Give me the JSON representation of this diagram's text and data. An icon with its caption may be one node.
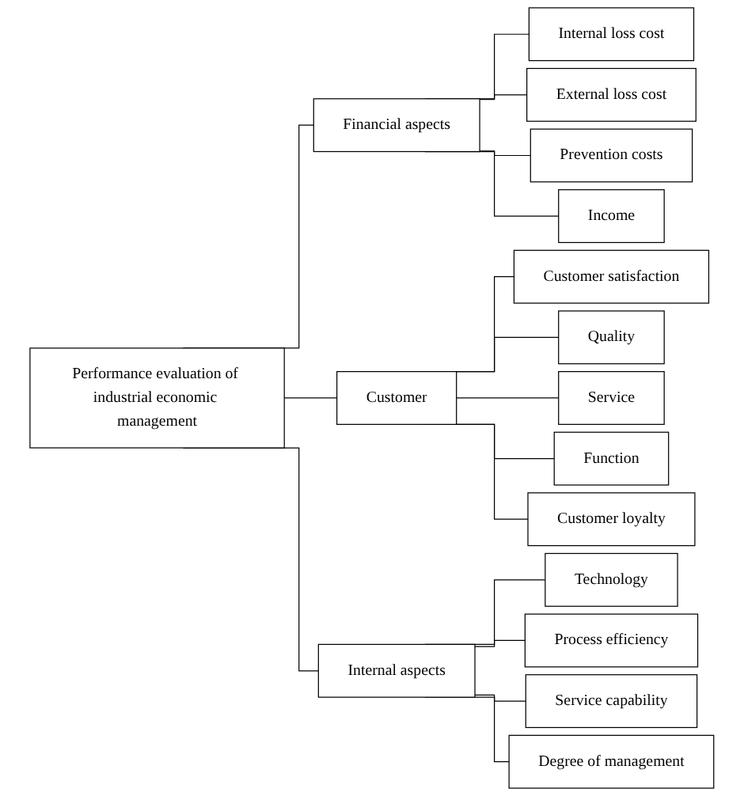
{
  "diagram": {
    "nodes": [
      {
        "text": [
          "Performance evaluation of industrial economic management"
        ]
      },
      {
        "text": [
          "Financial aspects"
        ]
      },
      {
        "text": [
          "Internal loss cost"
        ]
      },
      {
        "text": [
          "External loss cost"
        ]
      },
      {
        "text": [
          "Prevention costs"
        ]
      },
      {
        "text": [
          "Income"
        ]
      },
      {
        "text": [
          "Customer"
        ]
      },
      {
        "text": [
          "Customer satisfaction"
        ]
      },
      {
        "text": [
          "Quality"
        ]
      },
      {
        "text": [
          "Service"
        ]
      },
      {
        "text": [
          "Function"
        ]
      },
      {
        "text": [
          "Customer loyalty"
        ]
      },
      {
        "text": [
          "Internal aspects"
        ]
      },
      {
        "text": [
          "Technology"
        ]
      },
      {
        "text": [
          "Process efficiency"
        ]
      },
      {
        "text": [
          "Service capability"
        ]
      },
      {
        "text": [
          "Degree of management"
        ]
      }
    ],
    "edges": [
      {
        "from": 0,
        "to": 1,
        "arrow": "none"
      },
      {
        "from": 0,
        "to": 6,
        "arrow": "none"
      },
      {
        "from": 0,
        "to": 12,
        "arrow": "none"
      },
      {
        "from": 1,
        "to": 2,
        "arrow": "none"
      },
      {
        "from": 1,
        "to": 3,
        "arrow": "none"
      },
      {
        "from": 1,
        "to": 4,
        "arrow": "none"
      },
      {
        "from": 1,
        "to": 5,
        "arrow": "none"
      },
      {
        "from": 6,
        "to": 7,
        "arrow": "none"
      },
      {
        "from": 6,
        "to": 8,
        "arrow": "none"
      },
      {
        "from": 6,
        "to": 9,
        "arrow": "none"
      },
      {
        "from": 6,
        "to": 10,
        "arrow": "none"
      },
      {
        "from": 6,
        "to": 11,
        "arrow": "none"
      },
      {
        "from": 12,
        "to": 13,
        "arrow": "none"
      },
      {
        "from": 12,
        "to": 14,
        "arrow": "none"
      },
      {
        "from": 12,
        "to": 15,
        "arrow": "none"
      },
      {
        "from": 12,
        "to": 16,
        "arrow": "none"
      }
    ]
  }
}
